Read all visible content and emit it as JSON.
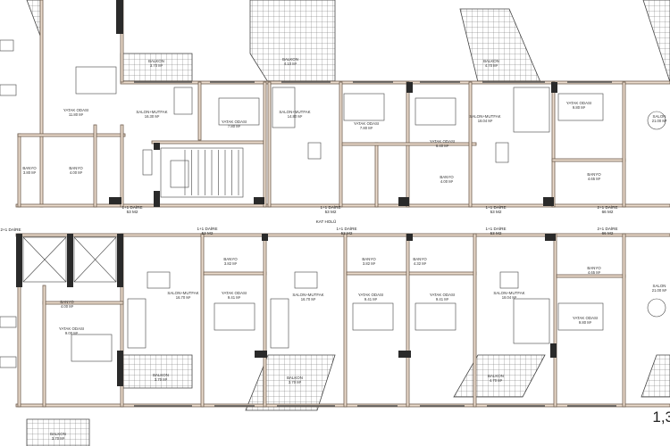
{
  "plan": {
    "scale_label": "1,3",
    "corridor_label": "KAT HOLÜ",
    "colors": {
      "wall_fill": "#ecdccd",
      "wall_outline": "#6b5a4c",
      "column": "#2a2a2a"
    },
    "units": [
      {
        "label": "1+1 DAİRE",
        "area": "53 M2"
      },
      {
        "label": "1+1 DAİRE",
        "area": "53 M2"
      },
      {
        "label": "1+1 DAİRE",
        "area": "53 M2"
      },
      {
        "label": "2+1 DAİRE",
        "area": "66 M2"
      },
      {
        "label": "2+1 DAİRE",
        "area": ""
      },
      {
        "label": "1+1 DAİRE",
        "area": "53 M2"
      },
      {
        "label": "1+1 DAİRE",
        "area": "53 M2"
      },
      {
        "label": "1+1 DAİRE",
        "area": "53 M2"
      },
      {
        "label": "2+1 DAİRE",
        "area": "66 M2"
      }
    ],
    "rooms": [
      {
        "name": "YATAK ODASI",
        "area": "11.80 M²"
      },
      {
        "name": "BANYO",
        "area": "3.80 M²"
      },
      {
        "name": "BANYO",
        "area": "4.00 M²"
      },
      {
        "name": "SALON+MUTFAK",
        "area": "16.30 M²"
      },
      {
        "name": "BALKON",
        "area": "3.70 M²"
      },
      {
        "name": "YATAK ODASI",
        "area": "7.80 M²"
      },
      {
        "name": "BALKON",
        "area": "4.10 M²"
      },
      {
        "name": "SALON+MUTFAK",
        "area": "14.80 M²"
      },
      {
        "name": "YATAK ODASI",
        "area": "7.80 M²"
      },
      {
        "name": "YATAK ODASI",
        "area": "6.40 M²"
      },
      {
        "name": "BANYO",
        "area": "4.00 M²"
      },
      {
        "name": "SALON+MUTFAK",
        "area": "18.04 M²"
      },
      {
        "name": "BALKON",
        "area": "4.70 M²"
      },
      {
        "name": "YATAK ODASI",
        "area": "9.80 M²"
      },
      {
        "name": "BANYO",
        "area": "4.65 M²"
      },
      {
        "name": "SALON",
        "area": "21.00 M²"
      },
      {
        "name": "BANYO",
        "area": "4.00 M²"
      },
      {
        "name": "YATAK ODASI",
        "area": "9.00 M²"
      },
      {
        "name": "SALON+MUTFAK",
        "area": "16.70 M²"
      },
      {
        "name": "BANYO",
        "area": "3.82 M²"
      },
      {
        "name": "YATAK ODASI",
        "area": "9.41 M²"
      },
      {
        "name": "SALON+MUTFAK",
        "area": "16.70 M²"
      },
      {
        "name": "BALKON",
        "area": "3.70 M²"
      },
      {
        "name": "BALKON",
        "area": "3.70 M²"
      },
      {
        "name": "BANYO",
        "area": "3.82 M²"
      },
      {
        "name": "BANYO",
        "area": "4.32 M²"
      },
      {
        "name": "YATAK ODASI",
        "area": "9.41 M²"
      },
      {
        "name": "YATAK ODASI",
        "area": "9.41 M²"
      },
      {
        "name": "SALON+MUTFAK",
        "area": "18.04 M²"
      },
      {
        "name": "BALKON",
        "area": "4.70 M²"
      },
      {
        "name": "BANYO",
        "area": "4.65 M²"
      },
      {
        "name": "YATAK ODASI",
        "area": "9.80 M²"
      },
      {
        "name": "SALON",
        "area": "21.00 M²"
      },
      {
        "name": "BALKON",
        "area": "3.70 M²"
      }
    ]
  }
}
